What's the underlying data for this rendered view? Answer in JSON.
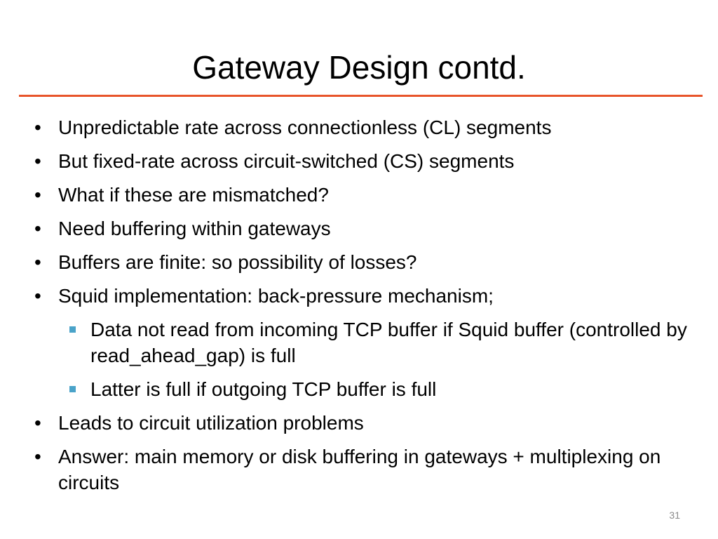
{
  "theme": {
    "accent_rule_color": "#e8542a",
    "sub_bullet_color": "#4aa3c9",
    "text_color": "#000000"
  },
  "title": "Gateway Design contd.",
  "bullets": [
    {
      "level": 1,
      "marker": "•",
      "text": "Unpredictable rate across connectionless (CL) segments"
    },
    {
      "level": 1,
      "marker": "•",
      "text": "But fixed-rate across circuit-switched (CS) segments"
    },
    {
      "level": 1,
      "marker": "•",
      "text": "What if these are mismatched?"
    },
    {
      "level": 1,
      "marker": "•",
      "text": "Need buffering within gateways"
    },
    {
      "level": 1,
      "marker": "•",
      "text": "Buffers are finite: so possibility of losses?"
    },
    {
      "level": 1,
      "marker": "•",
      "text": "Squid implementation: back-pressure mechanism;"
    },
    {
      "level": 2,
      "marker": "square",
      "text": "Data not read from incoming TCP buffer if Squid buffer (controlled by read_ahead_gap)  is full"
    },
    {
      "level": 2,
      "marker": "square",
      "text": "Latter is full if outgoing TCP buffer is full"
    },
    {
      "level": 1,
      "marker": "•",
      "text": "Leads to circuit utilization problems"
    },
    {
      "level": 1,
      "marker": "•",
      "text": "Answer: main memory or disk buffering in gateways + multiplexing on circuits"
    }
  ],
  "slide_number": "31"
}
